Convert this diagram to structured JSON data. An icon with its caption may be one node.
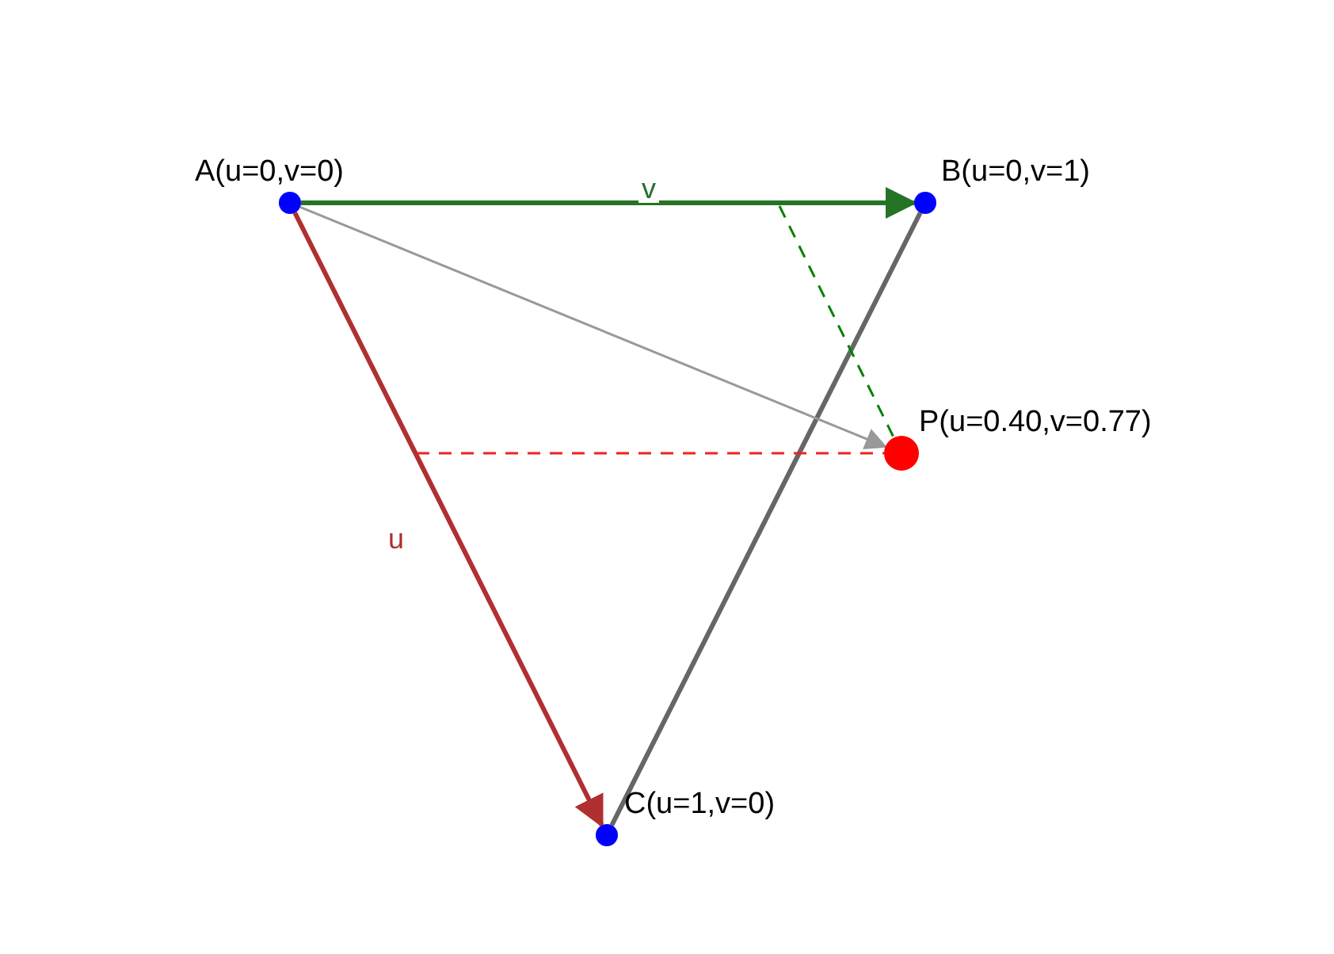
{
  "diagram": {
    "nodes": [
      {
        "text": [],
        "shape": "circle",
        "beside": [
          "A(u=0,v=0)"
        ]
      },
      {
        "text": [],
        "shape": "circle",
        "beside": [
          "B(u=0,v=1)"
        ]
      },
      {
        "text": [],
        "shape": "circle",
        "beside": [
          "C(u=1,v=0)"
        ]
      },
      {
        "text": [],
        "shape": "circle",
        "beside": [
          "P(u=0.40,v=0.77)"
        ]
      }
    ],
    "edges": [
      {
        "from": 0,
        "to": 1,
        "arrow": "to",
        "label": "v",
        "style": "thick",
        "color": "#267326"
      },
      {
        "from": 0,
        "to": 2,
        "arrow": "to",
        "label": "u",
        "style": "thick",
        "color": "#b03030"
      },
      {
        "from": 1,
        "to": 2,
        "arrow": "none",
        "style": "thick",
        "color": "#666666"
      },
      {
        "from": 0,
        "to": 3,
        "arrow": "to",
        "color": "#999999"
      },
      {
        "from": null,
        "to": 3,
        "arrow": "none",
        "style": "dashed",
        "color": "#008000"
      },
      {
        "from": null,
        "to": 3,
        "arrow": "none",
        "style": "dashed",
        "color": "#ee2222"
      }
    ]
  }
}
